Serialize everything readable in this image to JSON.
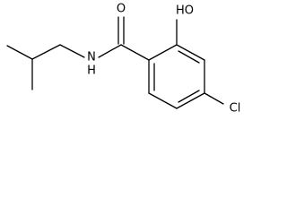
{
  "molecule": {
    "atom_labels": {
      "hydroxyl": "HO",
      "carbonyl_oxygen": "O",
      "amide_nh": "N",
      "amide_h": "H",
      "chlorine": "Cl"
    }
  }
}
